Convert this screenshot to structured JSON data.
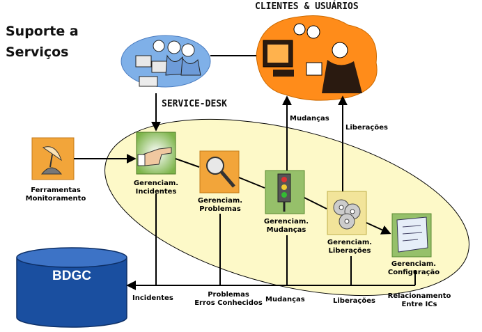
{
  "title": {
    "line1": "Suporte a",
    "line2": "Serviços"
  },
  "header": {
    "clients": "CLIENTES & USUÁRIOS",
    "service_desk": "SERVICE-DESK"
  },
  "database": {
    "label": "BDGC"
  },
  "nodes": {
    "monitoring": {
      "line1": "Ferramentas",
      "line2": "Monitoramento"
    },
    "incidents": {
      "line1": "Gerenciam.",
      "line2": "Incidentes"
    },
    "problems": {
      "line1": "Gerenciam.",
      "line2": "Problemas"
    },
    "changes": {
      "line1": "Gerenciam.",
      "line2": "Mudanças"
    },
    "releases": {
      "line1": "Gerenciam.",
      "line2": "Liberações"
    },
    "configuration": {
      "line1": "Gerenciam.",
      "line2": "Configuração"
    }
  },
  "flows": {
    "up_changes": "Mudanças",
    "up_releases": "Liberações",
    "bottom_incidents": "Incidentes",
    "bottom_problems_1": "Problemas",
    "bottom_problems_2": "Erros Conhecidos",
    "bottom_changes": "Mudanças",
    "bottom_releases": "Liberações",
    "bottom_relation_1": "Relacionamento",
    "bottom_relation_2": "Entre ICs"
  },
  "colors": {
    "ellipse_fill": "#fdf9c8",
    "db_blue": "#1a4fa0",
    "icon_orange": "#f2a53a",
    "icon_green": "#96c06a",
    "icon_yellow": "#f2e49a",
    "sd_blue": "#7fb0e8",
    "clients_orange": "#ff8c1a"
  }
}
